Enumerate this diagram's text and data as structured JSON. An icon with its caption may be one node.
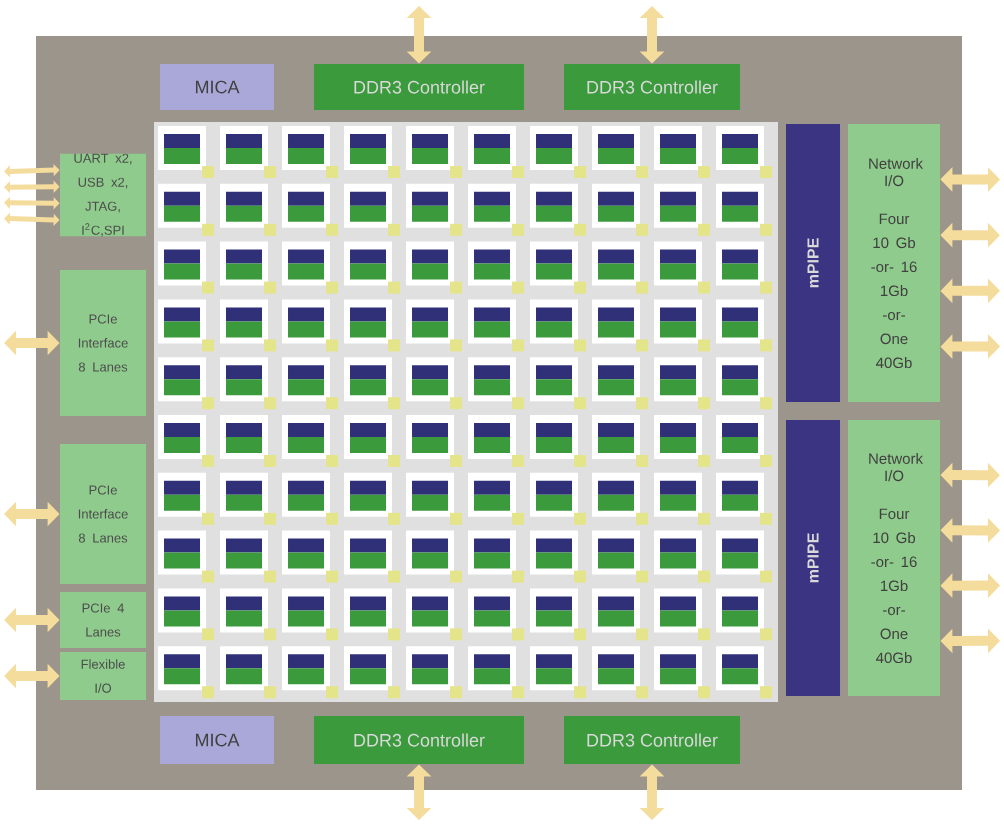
{
  "diagram": {
    "nodes": [
      {
        "text": [
          "MICA"
        ]
      },
      {
        "text": [
          "DDR3 Controller"
        ]
      },
      {
        "text": [
          "DDR3 Controller"
        ]
      },
      {
        "text": [
          "UART x2, USB x2, JTAG, I$^{2}$C,SPI"
        ]
      },
      {
        "text": [
          "PCIe Interface 8 Lanes"
        ]
      },
      {
        "text": [
          "PCIe Interface 8 Lanes"
        ]
      },
      {
        "text": [
          "PCIe 4 Lanes"
        ]
      },
      {
        "text": [
          "Flexible I/O"
        ]
      },
      {
        "text": [
          "mPIPE"
        ]
      },
      {
        "text": [
          "Network I/O",
          "Four 10 Gb -or- 16 1Gb -or- One 40Gb"
        ]
      },
      {
        "text": [
          "mPIPE"
        ]
      },
      {
        "text": [
          "Network I/O",
          "Four 10 Gb -or- 16 1Gb -or- One 40Gb"
        ]
      },
      {
        "text": [
          "MICA"
        ]
      },
      {
        "text": [
          "DDR3 Controller"
        ]
      },
      {
        "text": [
          "DDR3 Controller"
        ]
      }
    ],
    "edges": [
      {
        "from": null,
        "to": 1,
        "arrow": "both"
      },
      {
        "from": null,
        "to": 2,
        "arrow": "both"
      },
      {
        "from": null,
        "to": 3,
        "arrow": "both"
      },
      {
        "from": null,
        "to": 3,
        "arrow": "both"
      },
      {
        "from": null,
        "to": 3,
        "arrow": "both"
      },
      {
        "from": null,
        "to": 3,
        "arrow": "both"
      },
      {
        "from": null,
        "to": 4,
        "arrow": "both"
      },
      {
        "from": null,
        "to": 5,
        "arrow": "both"
      },
      {
        "from": null,
        "to": 6,
        "arrow": "both"
      },
      {
        "from": null,
        "to": 7,
        "arrow": "both"
      },
      {
        "from": null,
        "to": 9,
        "arrow": "both"
      },
      {
        "from": null,
        "to": 9,
        "arrow": "both"
      },
      {
        "from": null,
        "to": 9,
        "arrow": "both"
      },
      {
        "from": null,
        "to": 9,
        "arrow": "both"
      },
      {
        "from": null,
        "to": 11,
        "arrow": "both"
      },
      {
        "from": null,
        "to": 11,
        "arrow": "both"
      },
      {
        "from": null,
        "to": 11,
        "arrow": "both"
      },
      {
        "from": null,
        "to": 11,
        "arrow": "both"
      },
      {
        "from": null,
        "to": 13,
        "arrow": "both"
      },
      {
        "from": null,
        "to": 14,
        "arrow": "both"
      }
    ]
  }
}
